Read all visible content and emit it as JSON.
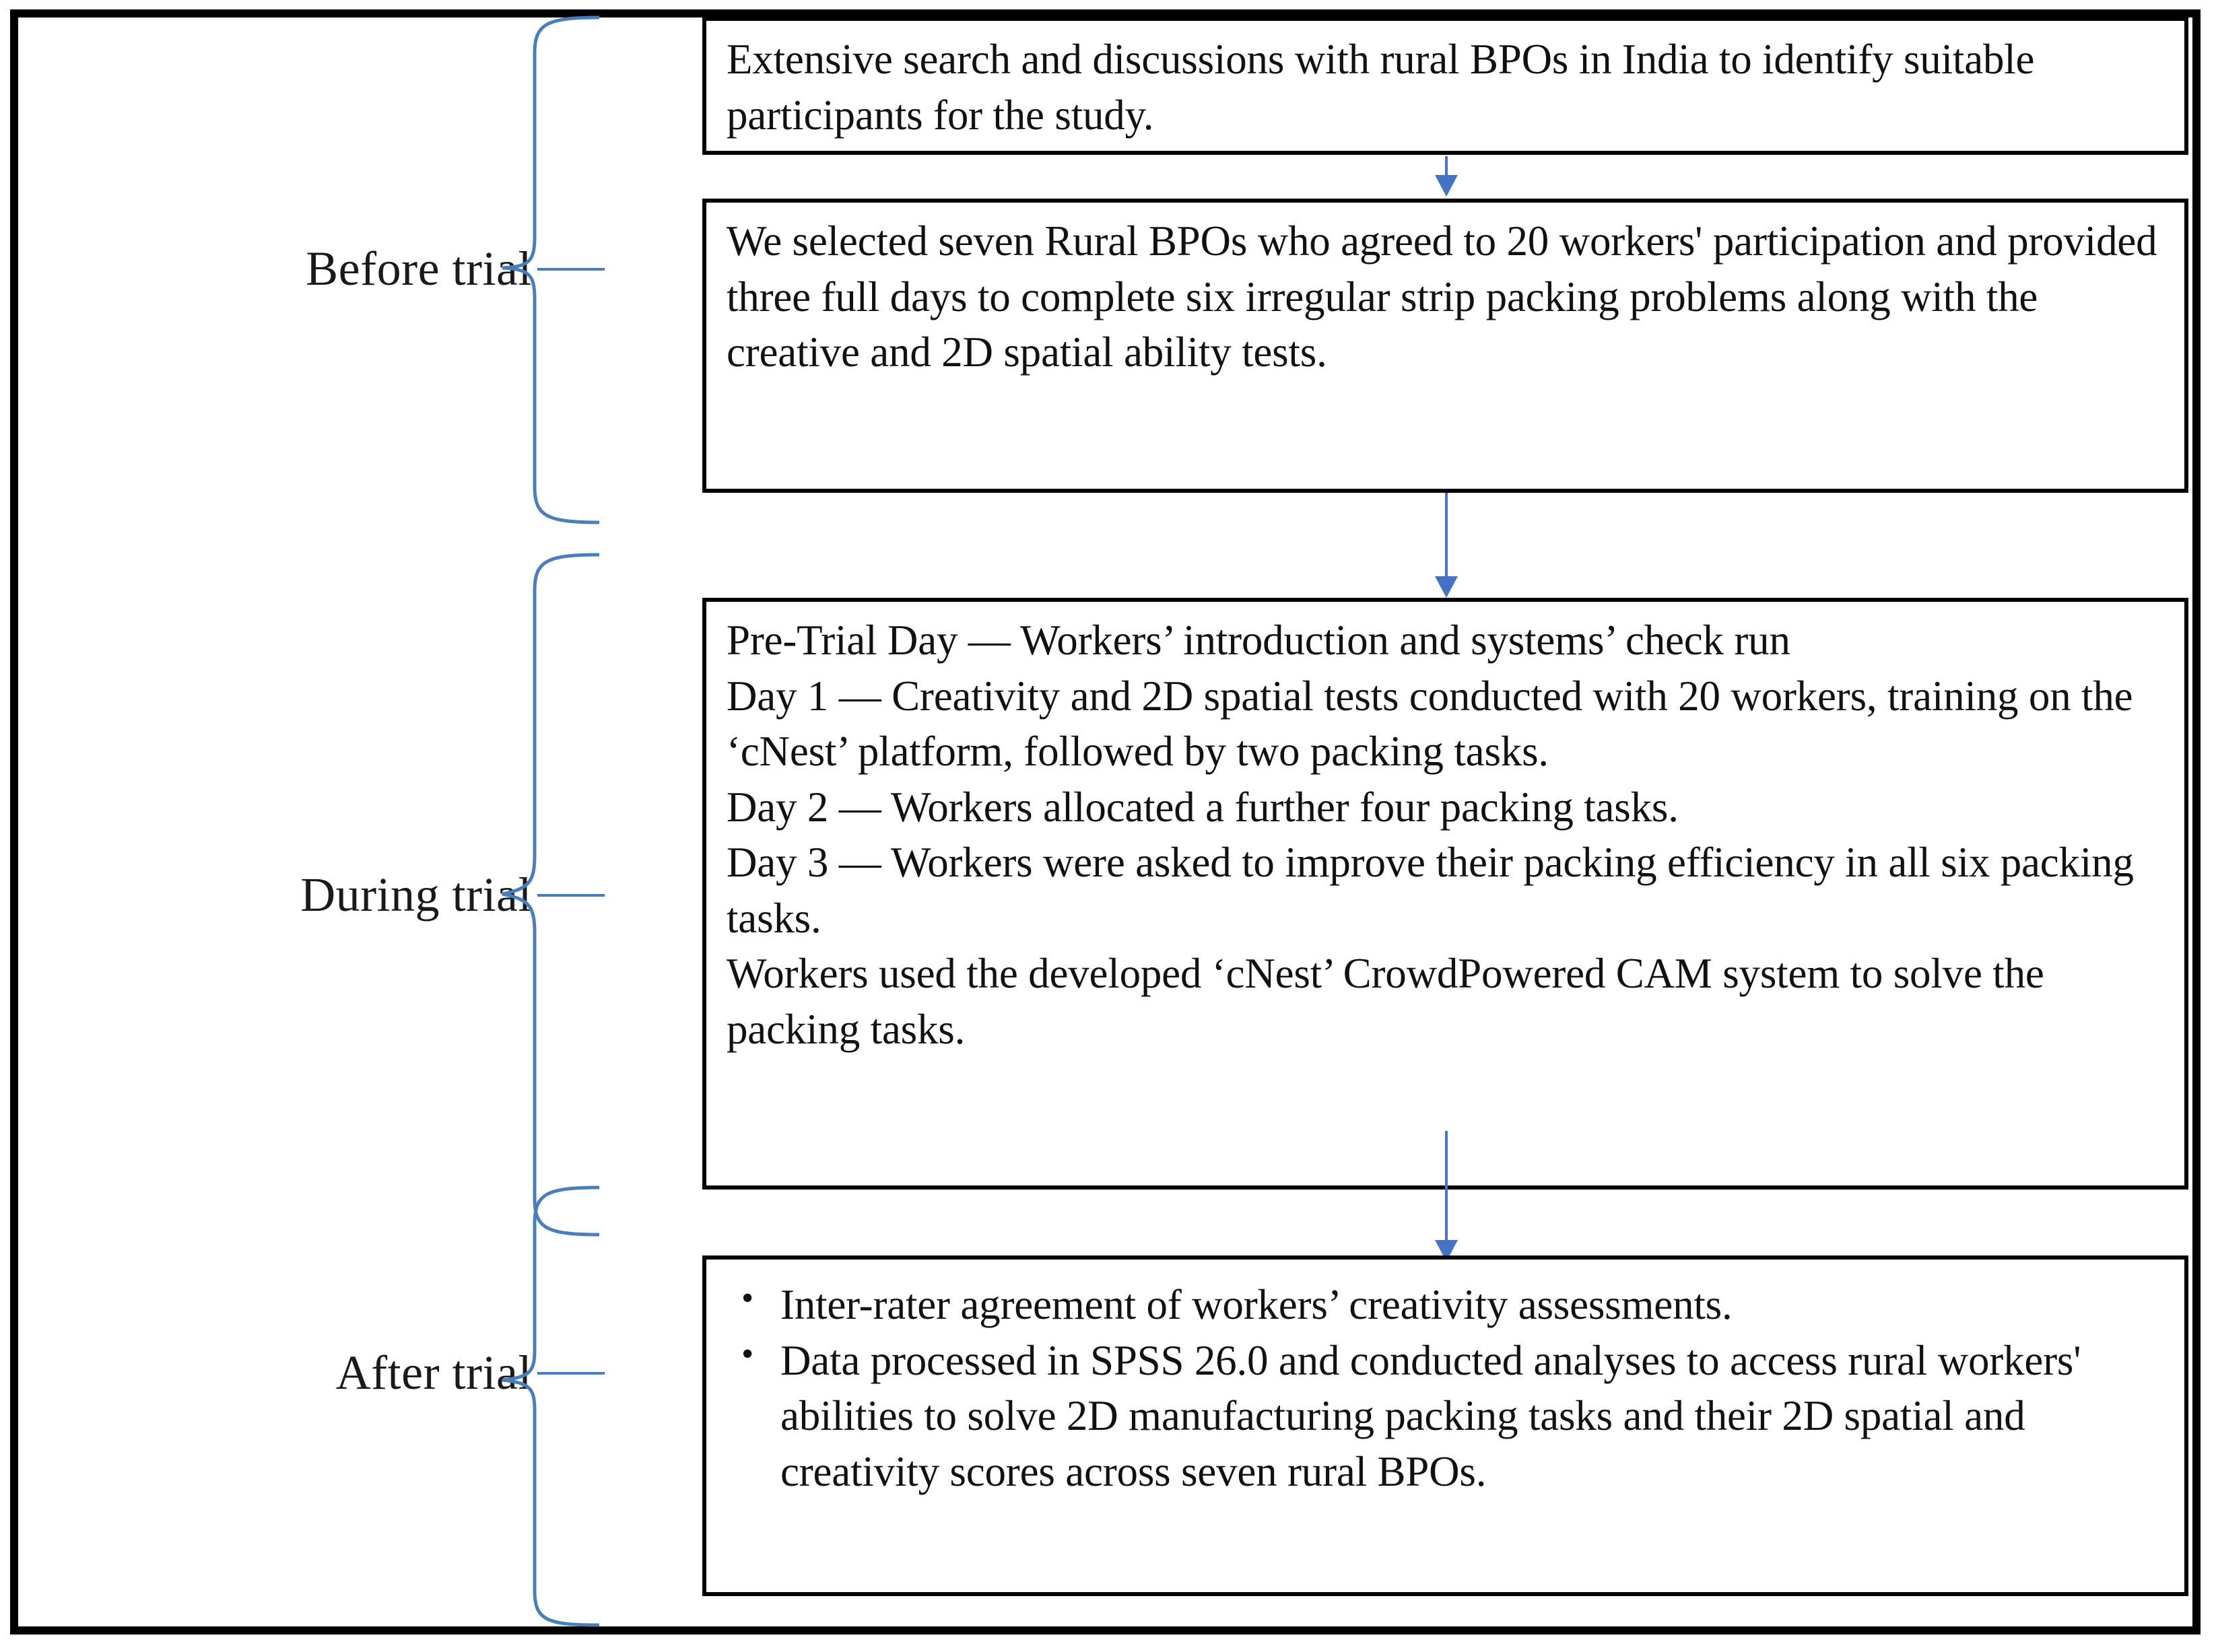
{
  "figure": {
    "type": "process-flow-diagram",
    "accent_color": "#4472c4",
    "brace_color": "#4a7ebb",
    "border_color": "#000000",
    "text_color": "#111111"
  },
  "stages": [
    {
      "label": "Before trial"
    },
    {
      "label": "During trial"
    },
    {
      "label": "After trial"
    }
  ],
  "boxes": [
    {
      "id": "box-search",
      "stage": "Before trial",
      "text": "Extensive search and discussions with rural BPOs in India to identify suitable participants for the study."
    },
    {
      "id": "box-selection",
      "stage": "Before trial",
      "text": "We selected seven Rural BPOs who agreed to 20 workers' participation and provided  three full days to complete six irregular strip packing problems along with the creative and 2D spatial ability tests."
    },
    {
      "id": "box-schedule",
      "stage": "During trial",
      "lines": [
        "Pre-Trial Day — Workers’ introduction and systems’ check run",
        "Day 1 — Creativity and 2D spatial tests conducted with 20 workers, training on the ‘cNest’ platform,  followed by two packing tasks.",
        "Day 2 — Workers allocated a further four packing tasks.",
        "Day 3 — Workers were asked to improve their packing efficiency in all six packing tasks.",
        "Workers used the developed ‘cNest’ CrowdPowered CAM system to solve the packing tasks."
      ]
    },
    {
      "id": "box-analysis",
      "stage": "After trial",
      "bullet_glyph": "•",
      "bullets": [
        "Inter-rater agreement of workers’ creativity assessments.",
        "Data processed in SPSS 26.0 and conducted analyses to access rural workers' abilities to solve 2D manufacturing packing tasks and their 2D spatial and creativity scores across seven rural BPOs."
      ]
    }
  ],
  "connectors": [
    {
      "id": "arrow-1",
      "from": "box-search",
      "to": "box-selection",
      "direction": "down"
    },
    {
      "id": "arrow-2",
      "from": "box-selection",
      "to": "box-schedule",
      "direction": "down"
    },
    {
      "id": "arrow-3",
      "from": "box-schedule",
      "to": "box-analysis",
      "direction": "down"
    }
  ]
}
